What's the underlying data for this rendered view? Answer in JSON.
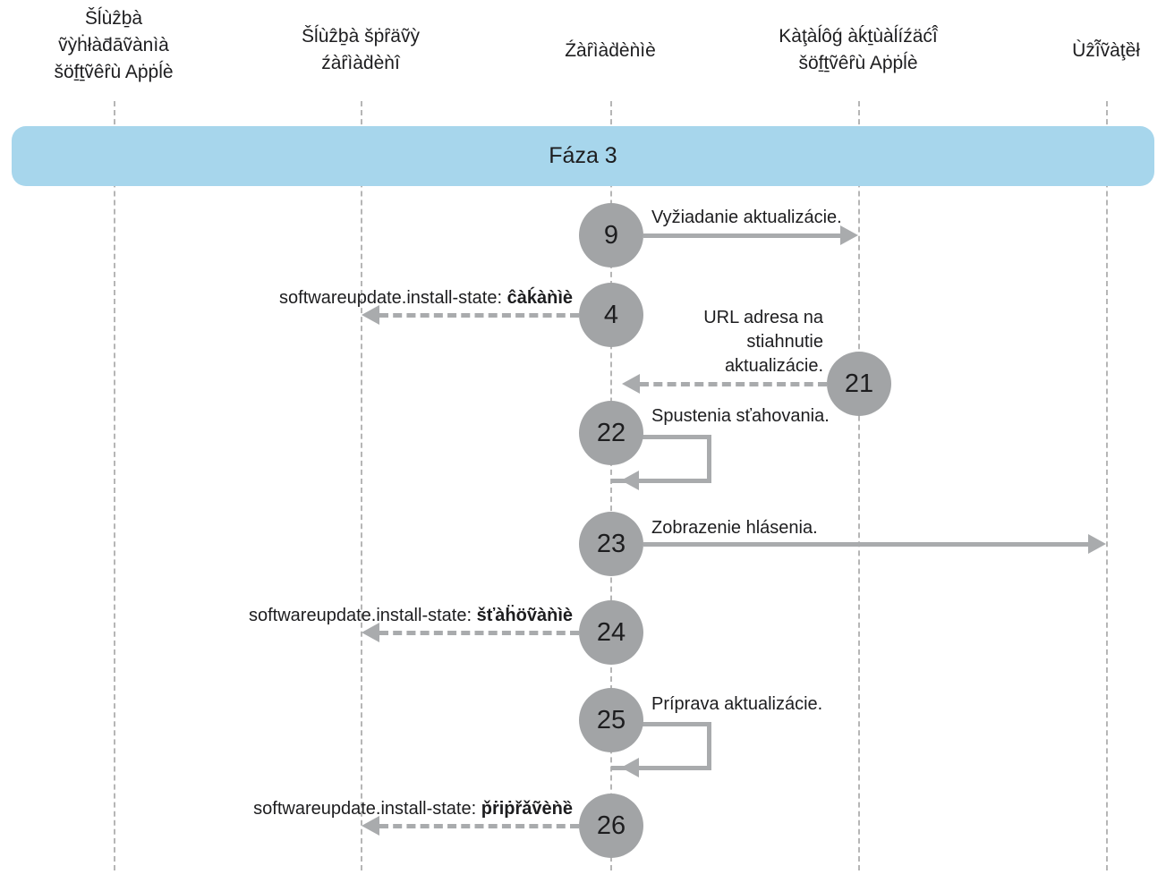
{
  "colors": {
    "banner-bg": "#a7d6ec",
    "circle-bg": "#a2a4a6",
    "arrow": "#a9abad",
    "lifeline": "#b6b6b6",
    "text": "#1d1d1f"
  },
  "banner": {
    "label": "Fáza 3"
  },
  "lanes": [
    {
      "title_lines": [
        "Šĺùẑḇà",
        "ṽỳḣłàd̄āṽànìà",
        "šöf̱ṯṽêȓù Aṗṗĺè"
      ]
    },
    {
      "title_lines": [
        "Šĺùẑḇà šṗȓäṽỳ",
        "źàȓìàd̀èǹî"
      ]
    },
    {
      "title_lines": [
        "Źàȓìàd̀èǹìè"
      ]
    },
    {
      "title_lines": [
        "Kàţàĺôǵ àḱṯùàĺíźäćî̂",
        "šöf̱ṯṽêȓù Aṗṗĺè"
      ]
    },
    {
      "title_lines": [
        "Ùẑî̃ṽàţȅł"
      ]
    }
  ],
  "steps": [
    {
      "number": "9",
      "label": "Vyžiadanie aktualizácie."
    },
    {
      "number": "4",
      "label_prefix": "softwareupdate.install-state: ",
      "label_state": "ĉàḱàǹìè"
    },
    {
      "number": "21",
      "label_lines": [
        "URL adresa na",
        "stiahnutie",
        "aktualizácie."
      ]
    },
    {
      "number": "22",
      "label": "Spustenia sťahovania."
    },
    {
      "number": "23",
      "label": "Zobrazenie hlásenia."
    },
    {
      "number": "24",
      "label_prefix": "softwareupdate.install-state: ",
      "label_state": "šťàḧöṽàǹìè"
    },
    {
      "number": "25",
      "label": "Príprava aktualizácie."
    },
    {
      "number": "26",
      "label_prefix": "softwareupdate.install-state: ",
      "label_state": "p̌ṙiṗřǎṽèǹȅ"
    }
  ]
}
